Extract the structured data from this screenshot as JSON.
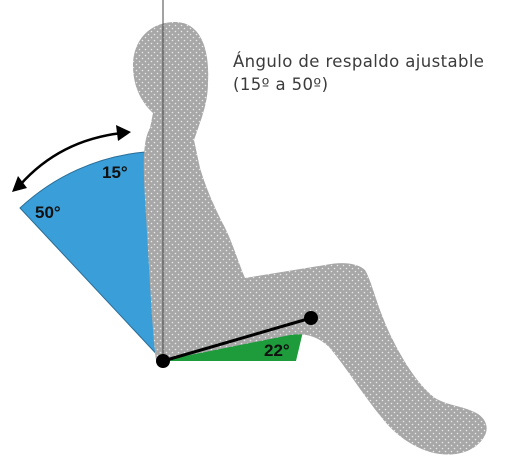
{
  "caption": {
    "line1": "Ángulo de respaldo ajustable",
    "line2": "(15º a 50º)"
  },
  "angles": {
    "backrest_min": "15°",
    "backrest_max": "50°",
    "seat": "22°"
  },
  "colors": {
    "backrest_sector": "#3a9ed8",
    "seat_sector": "#1e9b3b",
    "silhouette": "#a7a7a7",
    "line": "#000000"
  }
}
